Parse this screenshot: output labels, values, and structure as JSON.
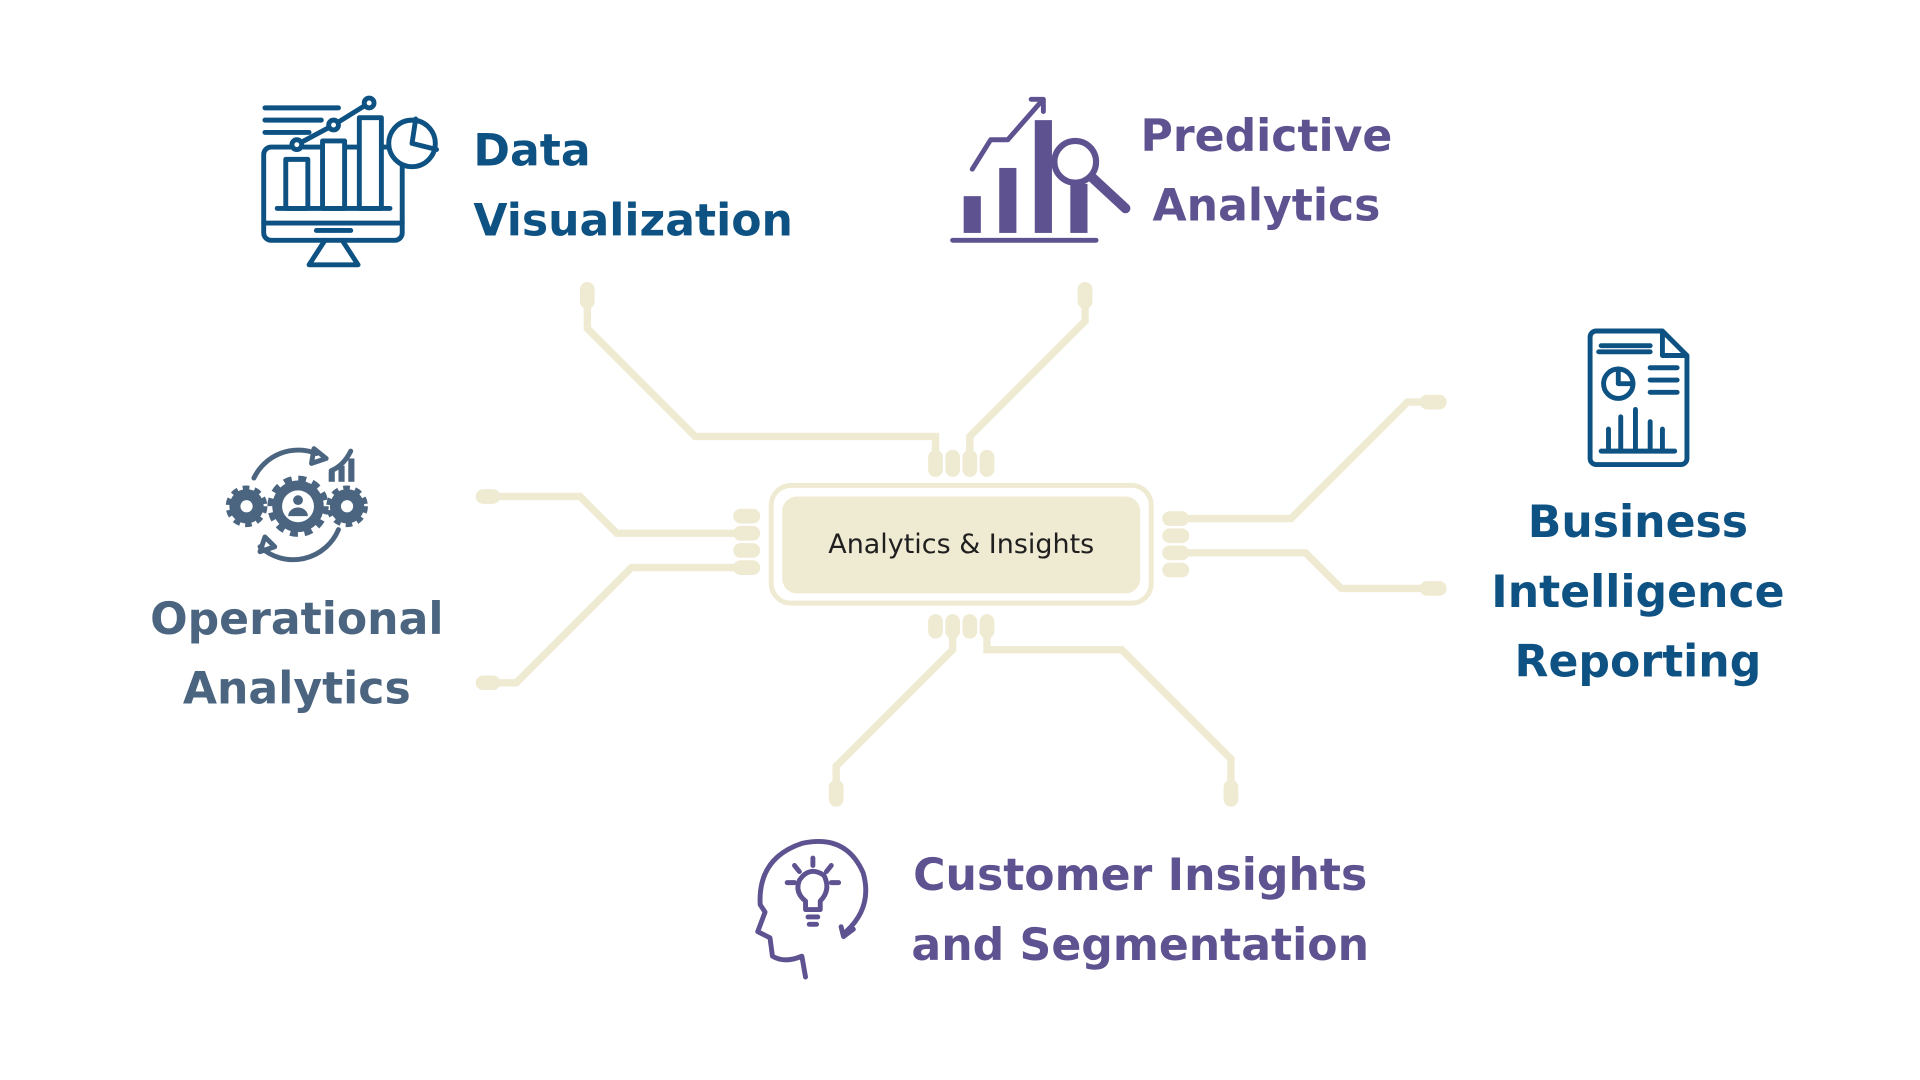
{
  "center": {
    "label": "Analytics & Insights"
  },
  "nodes": {
    "data_visualization": {
      "lines": [
        "Data",
        "Visualization"
      ],
      "icon": "monitor-chart-icon"
    },
    "predictive_analytics": {
      "lines": [
        "Predictive",
        "Analytics"
      ],
      "icon": "bar-chart-magnifier-icon"
    },
    "business_intelligence": {
      "lines": [
        "Business",
        "Intelligence",
        "Reporting"
      ],
      "icon": "report-document-icon"
    },
    "operational_analytics": {
      "lines": [
        "Operational",
        "Analytics"
      ],
      "icon": "gears-person-icon"
    },
    "customer_insights": {
      "lines": [
        "Customer Insights",
        "and Segmentation"
      ],
      "icon": "head-lightbulb-icon"
    }
  },
  "colors": {
    "blue": "#0d5283",
    "purple": "#5e5290",
    "slate": "#4b6580",
    "trace": "#efead2"
  }
}
